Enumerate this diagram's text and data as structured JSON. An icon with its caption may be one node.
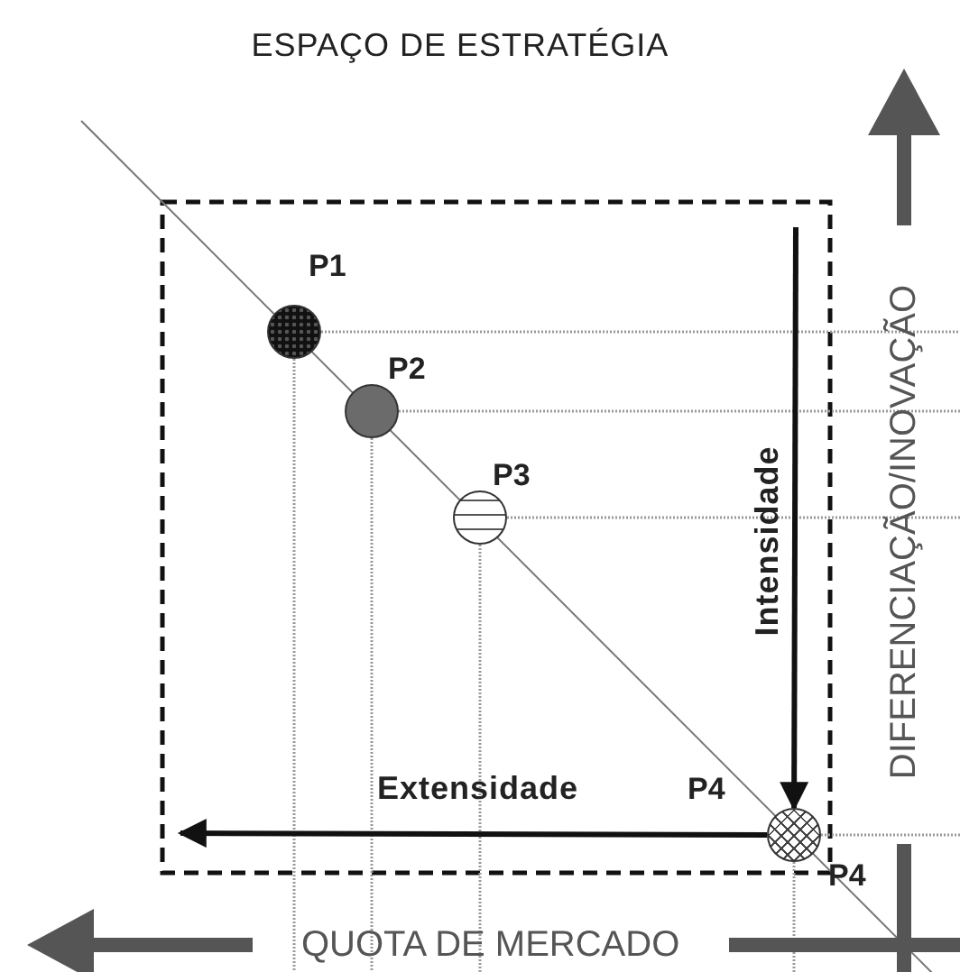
{
  "diagram": {
    "title": "ESPAÇO DE ESTRATÉGIA",
    "nodes": [
      {
        "text": [
          "P1"
        ]
      },
      {
        "text": [
          "P2"
        ]
      },
      {
        "text": [
          "P3"
        ]
      },
      {
        "text": [
          "P4"
        ],
        "beside": [
          "P4"
        ]
      }
    ],
    "edges": [
      {
        "from": null,
        "to": 3,
        "arrow": "to",
        "label": "Intensidade"
      },
      {
        "from": 3,
        "to": null,
        "arrow": "to",
        "label": "Extensidade"
      }
    ],
    "labels": [
      "DIFERENCIAÇÃO/INOVAÇÃO",
      "QUOTA DE MERCADO"
    ]
  }
}
